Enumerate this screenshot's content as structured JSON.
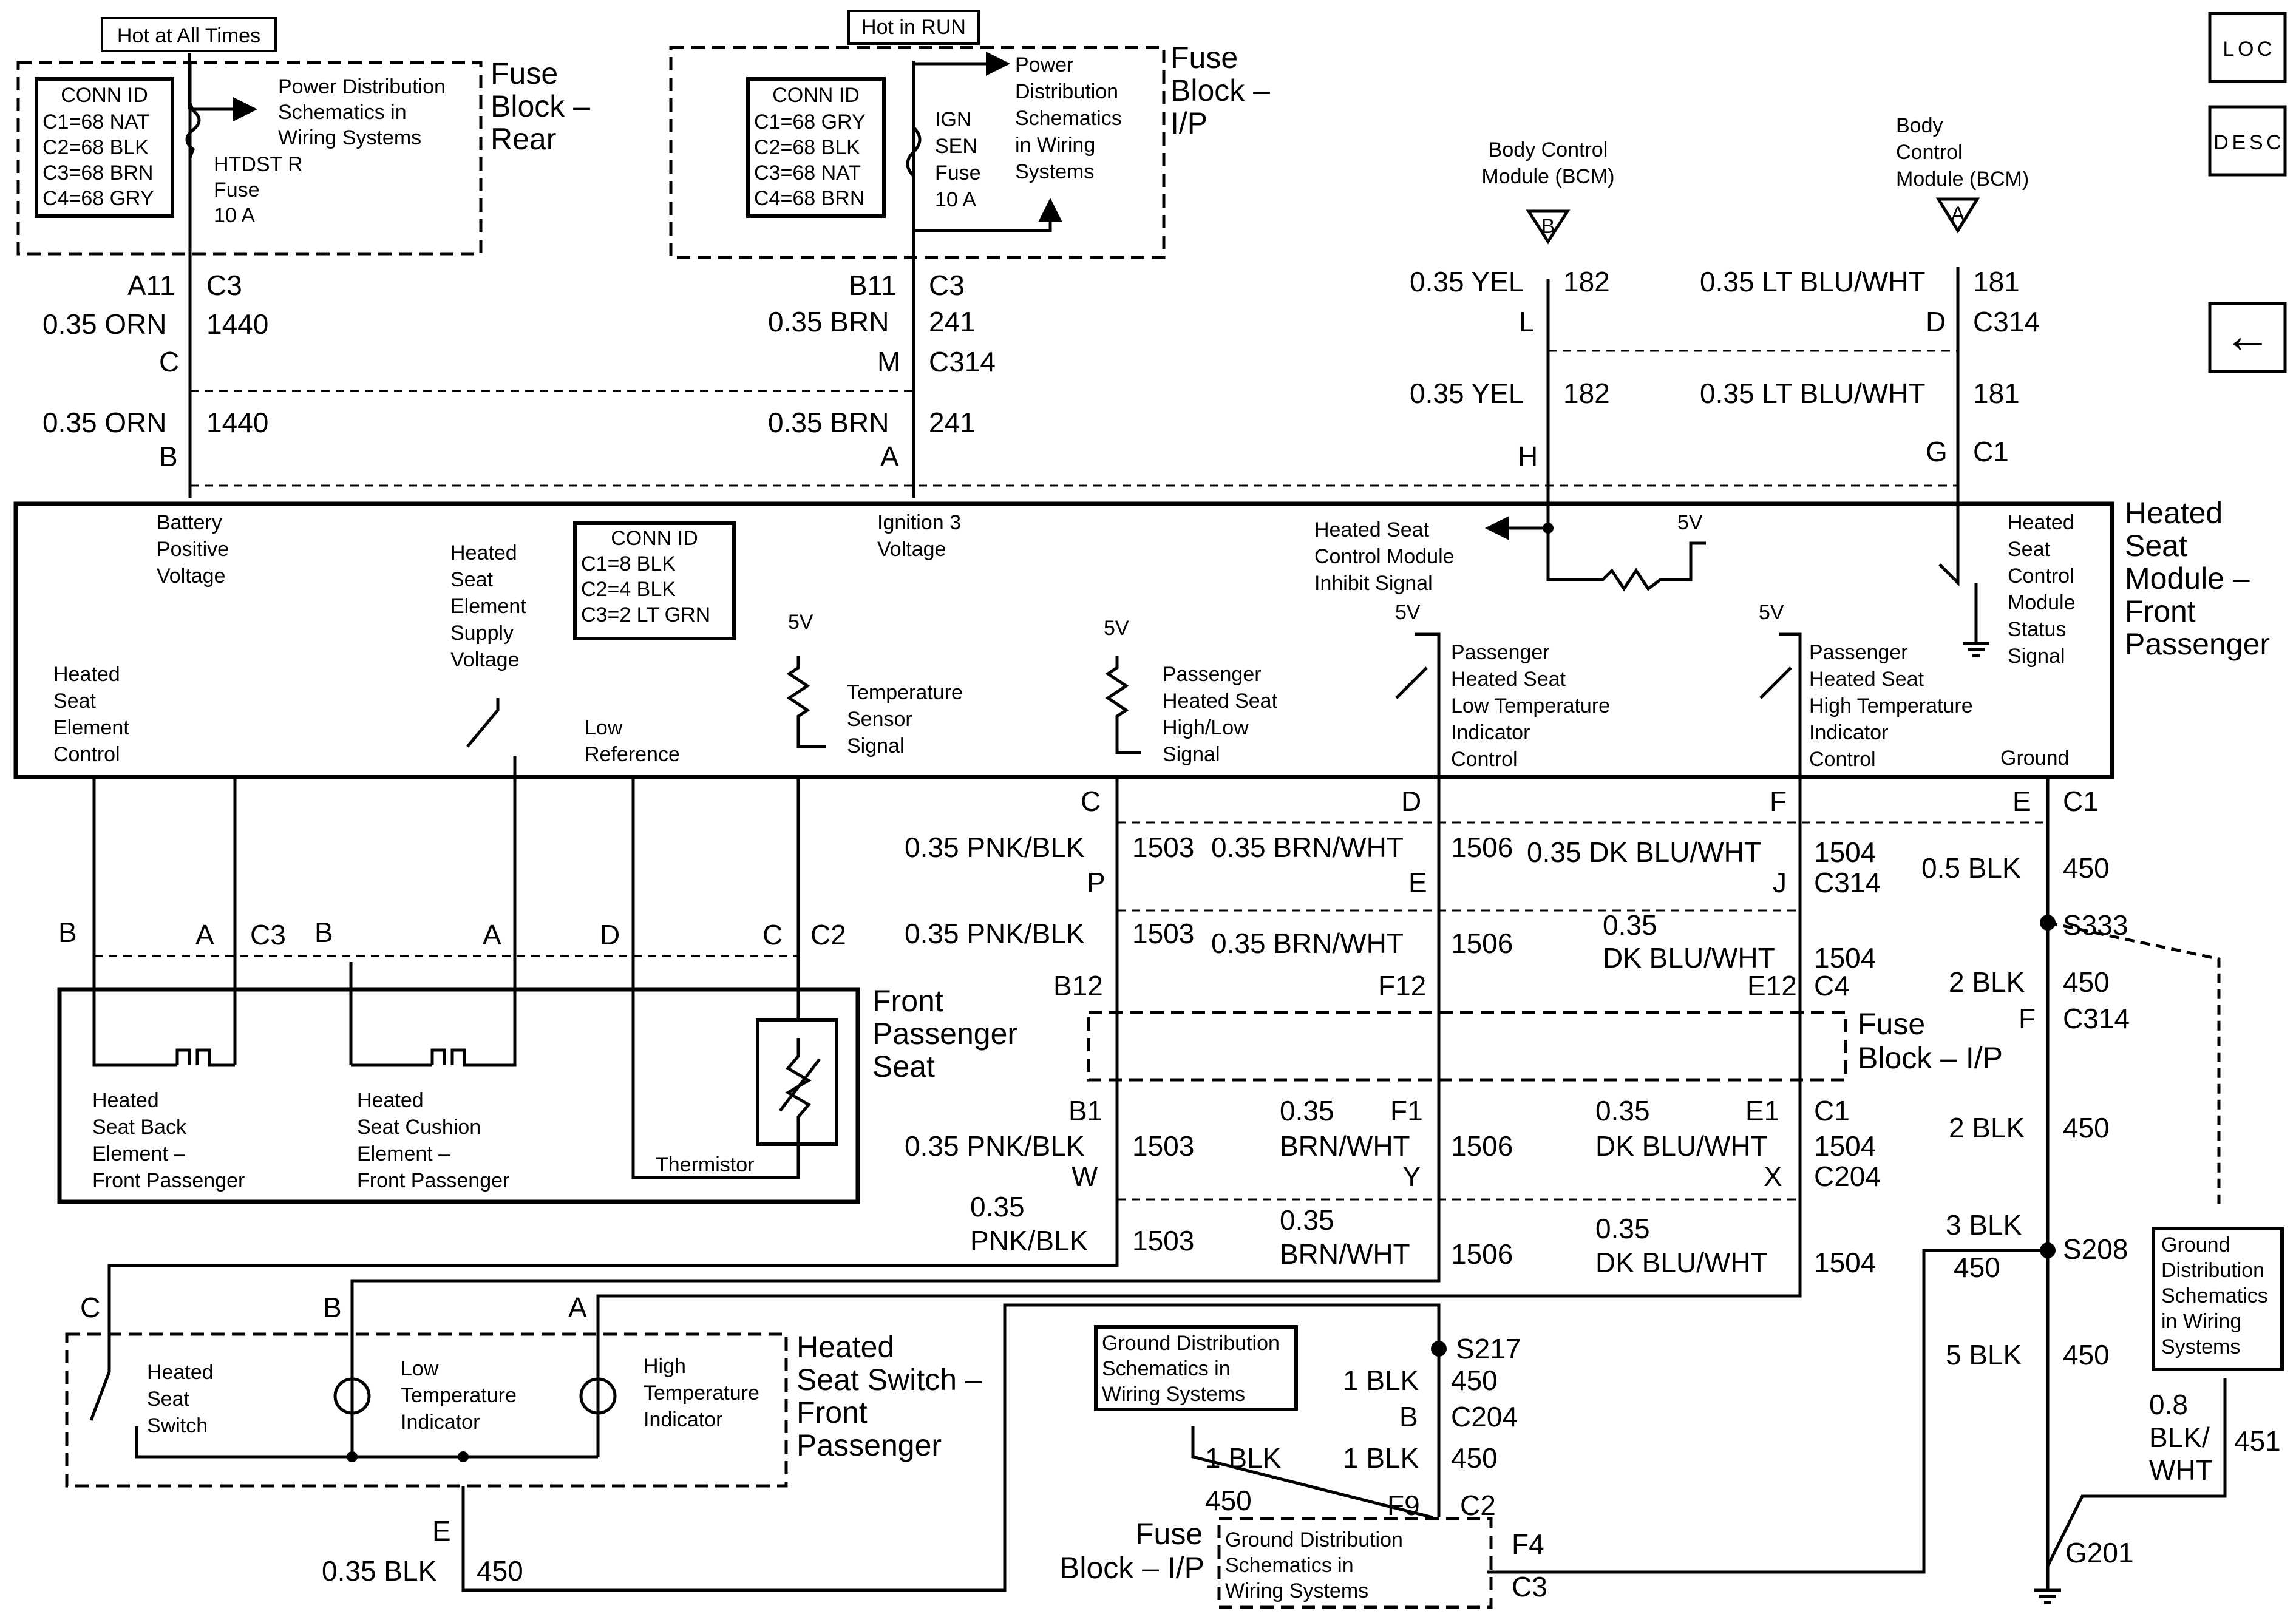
{
  "nav": {
    "loc": "L O C",
    "desc": "D E S C",
    "back": "←"
  },
  "top": {
    "hot_all": "Hot at All Times",
    "hot_run": "Hot in RUN",
    "fuse_rear": [
      "Fuse",
      "Block –",
      "Rear"
    ],
    "fuse_ip": [
      "Fuse",
      "Block –",
      "I/P"
    ],
    "conn_rear": [
      "CONN ID",
      "C1=68 NAT",
      "C2=68 BLK",
      "C3=68 BRN",
      "C4=68 GRY"
    ],
    "conn_ip": [
      "CONN ID",
      "C1=68 GRY",
      "C2=68 BLK",
      "C3=68 NAT",
      "C4=68 BRN"
    ],
    "pds_rear": [
      "Power Distribution",
      "Schematics in",
      "Wiring Systems"
    ],
    "pds_ip": [
      "Power",
      "Distribution",
      "Schematics",
      "in Wiring",
      "Systems"
    ],
    "htdst": [
      "HTDST R",
      "Fuse",
      "10 A"
    ],
    "ign": [
      "IGN",
      "SEN",
      "Fuse",
      "10 A"
    ],
    "bcm_b": [
      "Body Control",
      "Module (BCM)"
    ],
    "bcm_a": [
      "Body",
      "Control",
      "Module (BCM)"
    ],
    "tri_b": "B",
    "tri_a": "A"
  },
  "wires": {
    "a11": "A11",
    "c3": "C3",
    "orn": "0.35 ORN",
    "c1440": "1440",
    "pinC": "C",
    "pinB": "B",
    "b11": "B11",
    "brn": "0.35 BRN",
    "c241": "241",
    "pinM": "M",
    "c314": "C314",
    "pinA": "A",
    "yel": "0.35 YEL",
    "c182": "182",
    "pinL": "L",
    "pinH": "H",
    "ltblu": "0.35 LT BLU/WHT",
    "c181": "181",
    "pinD": "D",
    "pinG": "G",
    "c1": "C1"
  },
  "module": {
    "title": [
      "Heated",
      "Seat",
      "Module –",
      "Front",
      "Passenger"
    ],
    "batt": [
      "Battery",
      "Positive",
      "Voltage"
    ],
    "ign3": [
      "Ignition 3",
      "Voltage"
    ],
    "conn": [
      "CONN ID",
      "C1=8 BLK",
      "C2=4 BLK",
      "C3=2 LT GRN"
    ],
    "supply": [
      "Heated",
      "Seat",
      "Element",
      "Supply",
      "Voltage"
    ],
    "elem_ctrl": [
      "Heated",
      "Seat",
      "Element",
      "Control"
    ],
    "lowref": [
      "Low",
      "Reference"
    ],
    "temp": [
      "Temperature",
      "Sensor",
      "Signal"
    ],
    "hilo": [
      "Passenger",
      "Heated Seat",
      "High/Low",
      "Signal"
    ],
    "lowtemp": [
      "Passenger",
      "Heated Seat",
      "Low Temperature",
      "Indicator",
      "Control"
    ],
    "hitemp": [
      "Passenger",
      "Heated Seat",
      "High Temperature",
      "Indicator",
      "Control"
    ],
    "inhibit": [
      "Heated Seat",
      "Control Module",
      "Inhibit Signal"
    ],
    "status": [
      "Heated",
      "Seat",
      "Control",
      "Module",
      "Status",
      "Signal"
    ],
    "ground": "Ground",
    "v5": "5V"
  },
  "seat": {
    "title": [
      "Front",
      "Passenger",
      "Seat"
    ],
    "back": [
      "Heated",
      "Seat Back",
      "Element –",
      "Front Passenger"
    ],
    "cushion": [
      "Heated",
      "Seat Cushion",
      "Element –",
      "Front Passenger"
    ],
    "therm": "Thermistor",
    "pins": [
      "B",
      "A",
      "C3",
      "B",
      "A",
      "D",
      "C",
      "C2"
    ]
  },
  "harness": {
    "pinC": "C",
    "pinD": "D",
    "pinF": "F",
    "pinE": "E",
    "c1": "C1",
    "pnk": "0.35 PNK/BLK",
    "c1503": "1503",
    "brnwht": "0.35 BRN/WHT",
    "c1506": "1506",
    "dkblu": "0.35 DK BLU/WHT",
    "c1504": "1504",
    "blk05": "0.5 BLK",
    "c450": "450",
    "pinP": "P",
    "pinE2": "E",
    "pinJ": "J",
    "c314": "C314",
    "s333": "S333",
    "blk2": "2 BLK",
    "b12": "B12",
    "f12": "F12",
    "e12": "E12",
    "c4": "C4",
    "pinF2": "F",
    "fuse_ip": [
      "Fuse",
      "Block – I/P"
    ],
    "b1": "B1",
    "f1": "F1",
    "e1": "E1",
    "c1b": "C1",
    "pinW": "W",
    "pinY": "Y",
    "pinX": "X",
    "c204": "C204",
    "b035": "0.35",
    "pnkblk": "PNK/BLK",
    "brnw": "BRN/WHT",
    "dkbw": "DK BLU/WHT"
  },
  "ground": {
    "blk3": "3 BLK",
    "s208": "S208",
    "blk5": "5 BLK",
    "c450": "450",
    "g201": "G201",
    "c451": "451",
    "blkwht": [
      "0.8",
      "BLK/",
      "WHT"
    ],
    "gds": [
      "Ground",
      "Distribution",
      "Schematics",
      "in Wiring",
      "Systems"
    ],
    "gds2": [
      "Ground Distribution",
      "Schematics in",
      "Wiring Systems"
    ],
    "s217": "S217",
    "blk1": "1 BLK",
    "pinB": "B",
    "c204": "C204",
    "f9": "F9",
    "c2": "C2",
    "f4": "F4",
    "c3": "C3",
    "fuse_ip": [
      "Fuse",
      "Block – I/P"
    ]
  },
  "switch": {
    "title": [
      "Heated",
      "Seat Switch –",
      "Front",
      "Passenger"
    ],
    "sw": [
      "Heated",
      "Seat",
      "Switch"
    ],
    "low": [
      "Low",
      "Temperature",
      "Indicator"
    ],
    "high": [
      "High",
      "Temperature",
      "Indicator"
    ],
    "pins": [
      "C",
      "B",
      "A",
      "E"
    ],
    "blk": "0.35 BLK",
    "c450": "450"
  }
}
